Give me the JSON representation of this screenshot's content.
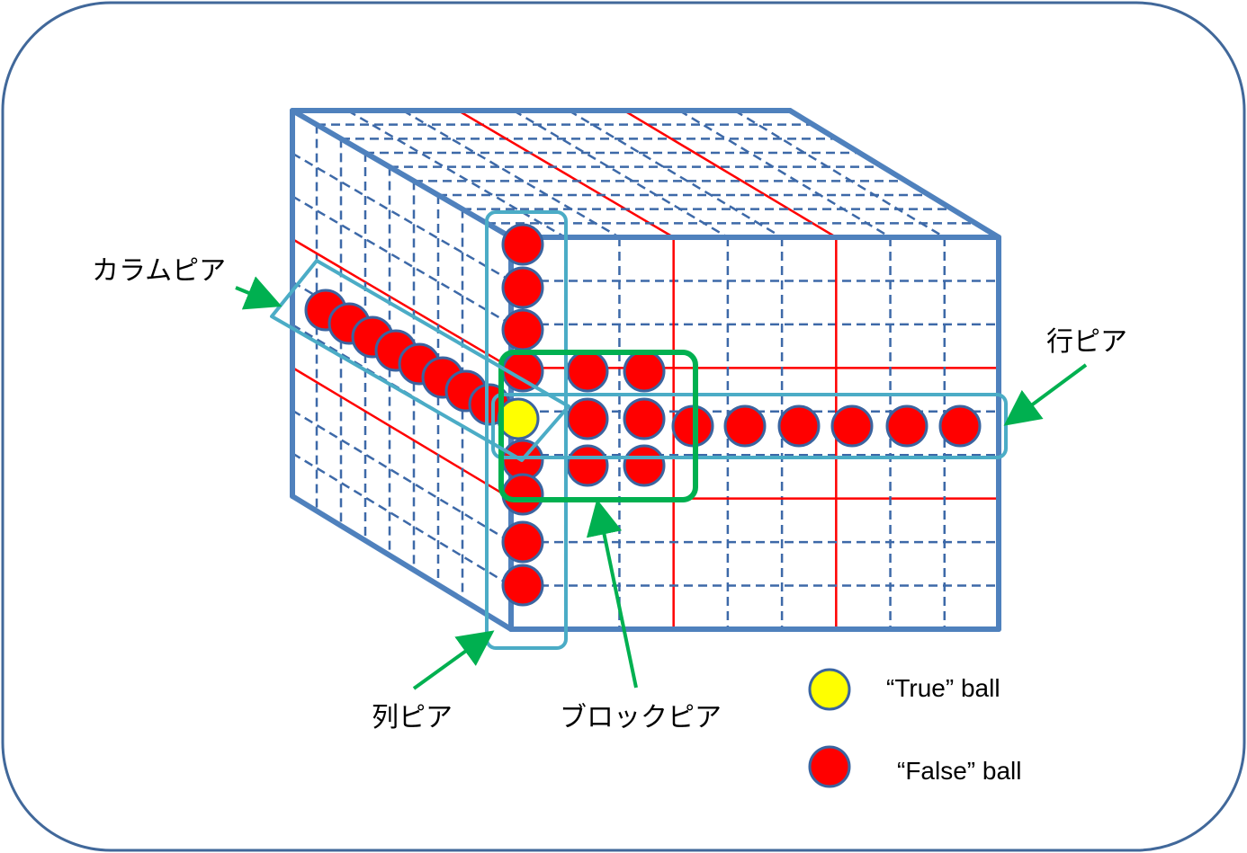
{
  "labels": {
    "column_peer": "カラムピア",
    "row_peer": "行ピア",
    "col_peer": "列ピア",
    "block_peer": "ブロックピア"
  },
  "legend": {
    "true_ball": "“True” ball",
    "false_ball": "“False” ball"
  },
  "colors": {
    "frame": "#41689a",
    "cube_edge": "#4f81bd",
    "dashed_grid": "#3d69a8",
    "box_line": "#ff0000",
    "false_ball": "#ff0000",
    "true_ball": "#ffff00",
    "ball_outline": "#3a64a0",
    "peer_outline": "#4bacc6",
    "block_outline": "#00b050",
    "arrow": "#00b050"
  }
}
